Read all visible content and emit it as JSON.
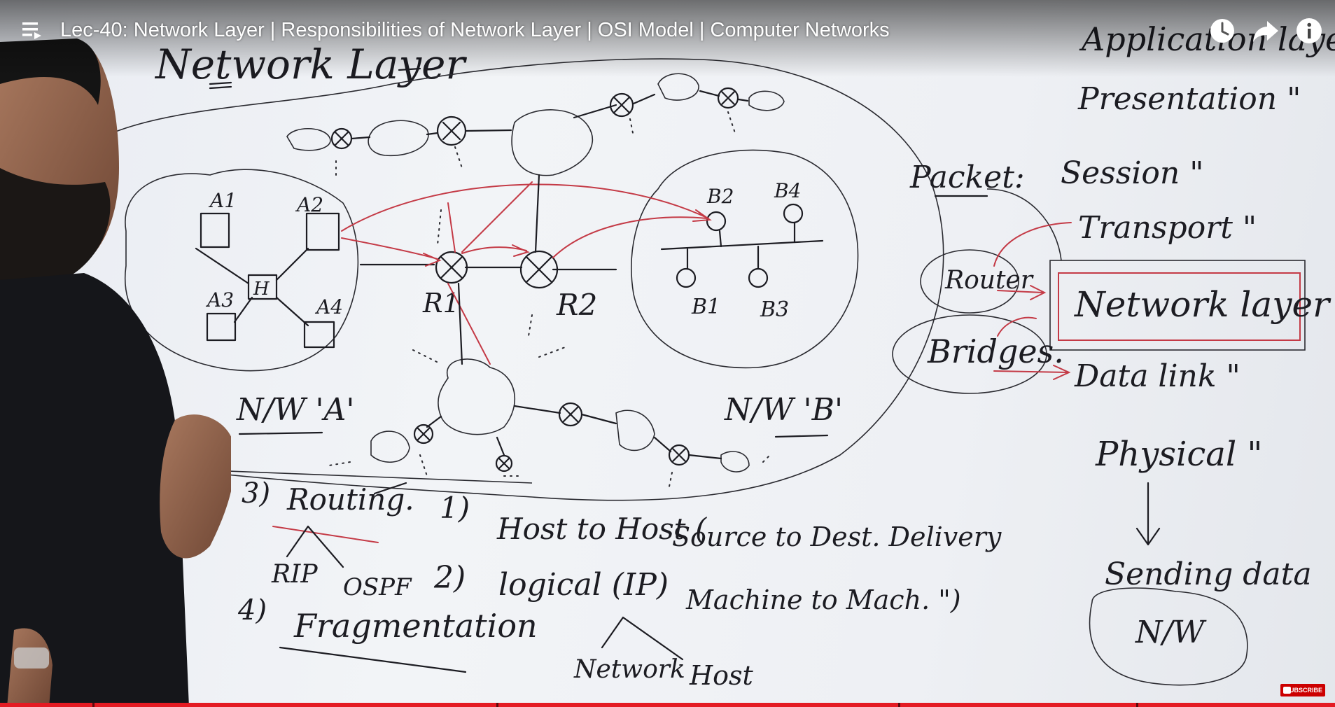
{
  "player": {
    "title": "Lec-40: Network Layer | Responsibilities of Network Layer | OSI Model | Computer Networks",
    "progress_fraction": 1.0,
    "subscribe_label": "SUBSCRIBE",
    "icons": {
      "playlist": "playlist-icon",
      "watch_later": "clock-icon",
      "share": "share-arrow-icon",
      "info": "info-icon"
    },
    "colors": {
      "progress": "#e41b23",
      "subscribe": "#cc0000"
    }
  },
  "board": {
    "heading": "Network Layer",
    "network_a": {
      "label": "N/W 'A'",
      "hub": "H",
      "hosts": [
        "A1",
        "A2",
        "A3",
        "A4"
      ]
    },
    "network_b": {
      "label": "N/W 'B'",
      "hosts": [
        "B1",
        "B2",
        "B3",
        "B4"
      ]
    },
    "routers": [
      "R1",
      "R2"
    ],
    "osi_layers": {
      "application": "Application layer",
      "presentation": "Presentation \"",
      "session": "Session \"",
      "transport": "Transport \"",
      "network": "Network layer",
      "data_link": "Data link \"",
      "physical": "Physical \""
    },
    "side_notes": {
      "packet": "Packet:",
      "router": "Router",
      "bridges": "Bridges.",
      "sending": "Sending data",
      "nw": "N/W"
    },
    "responsibilities": {
      "item1_num": "1)",
      "item1": "Host to Host (",
      "item1_a": "Source to Dest. Delivery",
      "item1_b": "Machine to Mach. \")",
      "item2_num": "2)",
      "item2": "logical (IP)",
      "item2_net": "Network",
      "item2_host": "Host",
      "item3_num": "3)",
      "item3": "Routing.",
      "item3_rip": "RIP",
      "item3_ospf": "OSPF",
      "item4_num": "4)",
      "item4": "Fragmentation"
    }
  }
}
